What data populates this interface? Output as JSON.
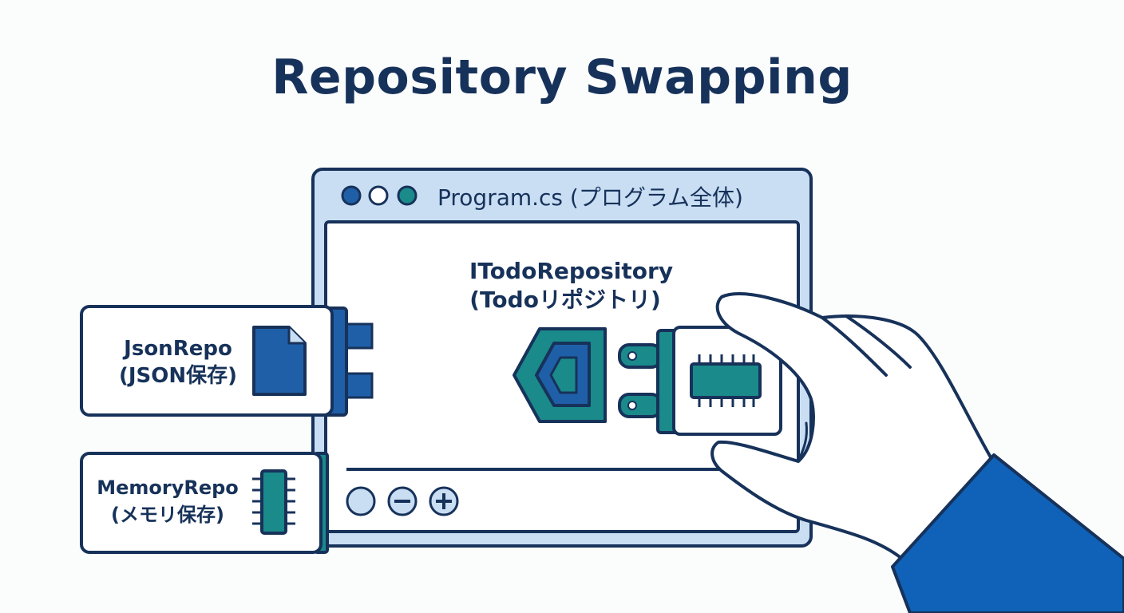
{
  "title": "Repository Swapping",
  "window": {
    "title": "Program.cs (プログラム全体)",
    "traffic_lights": [
      "#1f5fa8",
      "#ffffff",
      "#1a8a8a"
    ],
    "footer_buttons": [
      {
        "icon": "circle-icon"
      },
      {
        "icon": "minus-circle-icon"
      },
      {
        "icon": "plus-circle-icon"
      }
    ]
  },
  "interface": {
    "name": "ITodoRepository",
    "subtitle": "(Todoリポジトリ)",
    "icon": "shield-socket-icon"
  },
  "modules": [
    {
      "name": "JsonRepo",
      "subtitle": "(JSON保存)",
      "icon": "file-icon",
      "accent": "#1f5fa8"
    },
    {
      "name": "MemoryRepo",
      "subtitle": "(メモリ保存)",
      "icon": "chip-icon",
      "accent": "#1a8a8a"
    }
  ],
  "plug": {
    "icon": "chip-icon",
    "accent": "#1a8a8a"
  },
  "colors": {
    "navy": "#17325a",
    "blue": "#1f5fa8",
    "teal": "#1a8a8a",
    "light_blue": "#c9def3",
    "sleeve": "#0f62b8"
  }
}
